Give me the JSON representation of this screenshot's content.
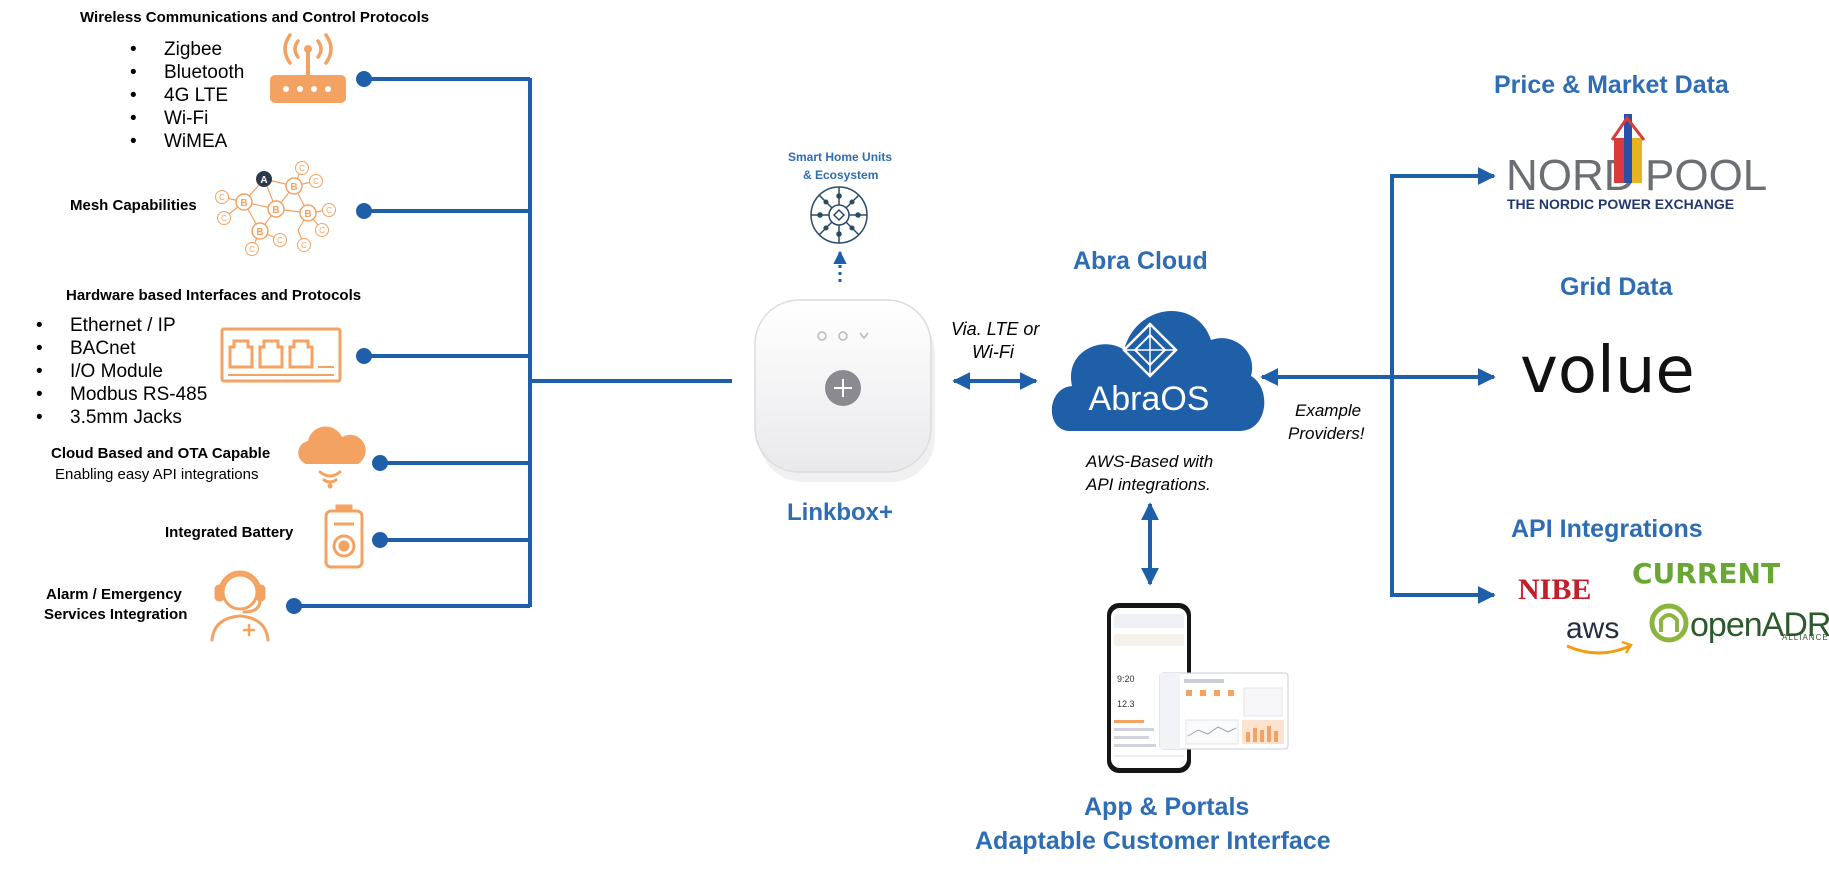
{
  "left": {
    "wireless": {
      "title": "Wireless Communications and Control Protocols",
      "items": [
        "Zigbee",
        "Bluetooth",
        "4G LTE",
        "Wi-Fi",
        "WiMEA"
      ],
      "icon": "router-icon"
    },
    "mesh": {
      "title": "Mesh Capabilities",
      "icon": "mesh-network-icon",
      "node_labels": [
        "A",
        "B",
        "C"
      ]
    },
    "hardware": {
      "title": "Hardware based Interfaces and Protocols",
      "items": [
        "Ethernet / IP",
        "BACnet",
        "I/O Module",
        "Modbus RS-485",
        "3.5mm Jacks"
      ],
      "icon": "ethernet-ports-icon"
    },
    "cloud": {
      "title": "Cloud Based and OTA Capable",
      "subtitle": "Enabling easy API integrations",
      "icon": "cloud-wireless-icon"
    },
    "battery": {
      "title": "Integrated Battery",
      "icon": "battery-icon"
    },
    "alarm": {
      "line1": "Alarm / Emergency",
      "line2": "Services Integration",
      "icon": "headset-operator-icon"
    }
  },
  "center": {
    "smart_home": {
      "line1": "Smart Home Units",
      "line2": "& Ecosystem",
      "icon": "smart-home-ecosystem-icon"
    },
    "device_label": "Linkbox+",
    "connection_label": {
      "line1": "Via. LTE or",
      "line2": "Wi-Fi"
    }
  },
  "cloud": {
    "title": "Abra Cloud",
    "logo_text": "AbraOS",
    "desc": {
      "line1": "AWS-Based with",
      "line2": "API integrations."
    }
  },
  "app": {
    "line1": "App & Portals",
    "line2": "Adaptable Customer Interface",
    "phone_time": "9:20",
    "phone_value": "12.3"
  },
  "providers": {
    "note": {
      "line1": "Example",
      "line2": "Providers!"
    },
    "price": {
      "title": "Price & Market Data",
      "logo_left": "NORD",
      "logo_right": "POOL",
      "logo_sub": "THE NORDIC POWER EXCHANGE"
    },
    "grid": {
      "title": "Grid Data",
      "logo": "volue"
    },
    "api": {
      "title": "API Integrations",
      "logos": {
        "nibe": "NIBE",
        "current": "CURRENT",
        "aws": "aws",
        "openadr": "openADR",
        "openadr_sub": "ALLIANCE"
      }
    }
  },
  "colors": {
    "line": "#1F5FAA",
    "heading": "#2E6DB4",
    "orange": "#F4A261",
    "cloud": "#1E5FA8"
  }
}
